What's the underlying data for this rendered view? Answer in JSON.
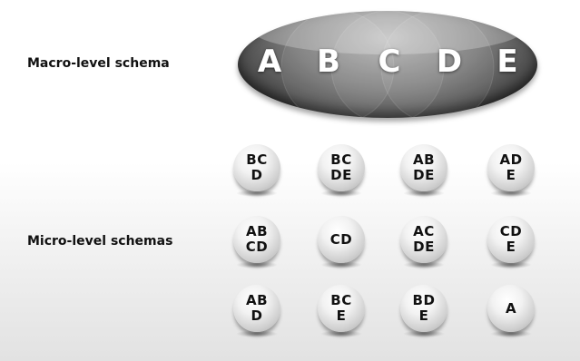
{
  "macro": {
    "label": "Macro-level schema",
    "letters": [
      "A",
      "B",
      "C",
      "D",
      "E"
    ]
  },
  "micro": {
    "label": "Micro-level schemas",
    "spheres": [
      [
        "BC\nD",
        "BC\nDE",
        "AB\nDE",
        "AD\nE"
      ],
      [
        "AB\nCD",
        "CD",
        "AC\nDE",
        "CD\nE"
      ],
      [
        "AB\nD",
        "BC\nE",
        "BD\nE",
        "A"
      ]
    ]
  }
}
